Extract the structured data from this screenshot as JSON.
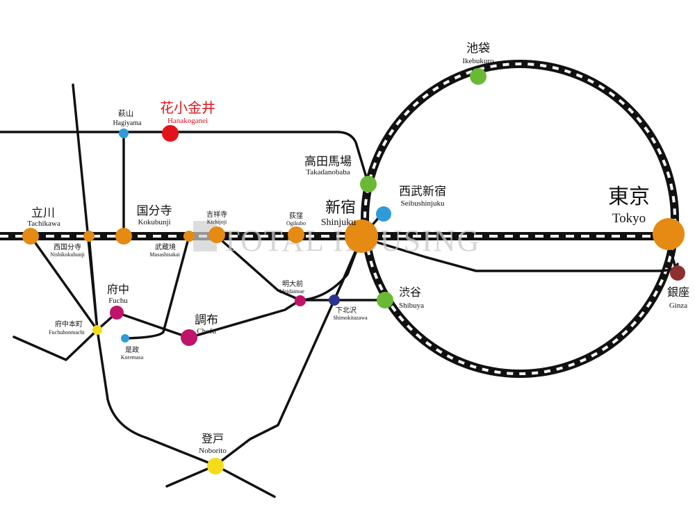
{
  "watermark": "TOTAL HOUSING",
  "colors": {
    "orange": "#e58a13",
    "green": "#6ab935",
    "red": "#e1141c",
    "blue": "#2f9bd9",
    "magenta": "#c0136a",
    "yellow": "#f3dc1c",
    "navy": "#2a3590",
    "maroon": "#8e2f2f",
    "line": "#111111"
  },
  "stations": {
    "hanakoganei": {
      "ja": "花小金井",
      "en": "Hanakoganei"
    },
    "hagiyama": {
      "ja": "萩山",
      "en": "Hagiyama"
    },
    "tachikawa": {
      "ja": "立川",
      "en": "Tachikawa"
    },
    "nishikokubunji": {
      "ja": "西国分寺",
      "en": "Nishikokubunji"
    },
    "kokubunji": {
      "ja": "国分寺",
      "en": "Kokubunji"
    },
    "musashisakai": {
      "ja": "武蔵境",
      "en": "Musashisakai"
    },
    "kichijoji": {
      "ja": "吉祥寺",
      "en": "Kichijoji"
    },
    "ogikubo": {
      "ja": "荻窪",
      "en": "Ogikubo"
    },
    "shinjuku": {
      "ja": "新宿",
      "en": "Shinjuku"
    },
    "takadanobaba": {
      "ja": "高田馬場",
      "en": "Takadanobaba"
    },
    "seibushinjuku": {
      "ja": "西武新宿",
      "en": "Seibushinjuku"
    },
    "ikebukuro": {
      "ja": "池袋",
      "en": "Ikebukuro"
    },
    "tokyo": {
      "ja": "東京",
      "en": "Tokyo"
    },
    "ginza": {
      "ja": "銀座",
      "en": "Ginza"
    },
    "shibuya": {
      "ja": "渋谷",
      "en": "Shibuya"
    },
    "shimokitazawa": {
      "ja": "下北沢",
      "en": "Shimokitazawa"
    },
    "meidaimae": {
      "ja": "明大前",
      "en": "Meidaimae"
    },
    "chofu": {
      "ja": "調布",
      "en": "Chofu"
    },
    "fuchu": {
      "ja": "府中",
      "en": "Fuchu"
    },
    "fuchuhonmachi": {
      "ja": "府中本町",
      "en": "Fuchuhonmachi"
    },
    "koremasa": {
      "ja": "是政",
      "en": "Koremasa"
    },
    "noborito": {
      "ja": "登戸",
      "en": "Noborito"
    }
  }
}
